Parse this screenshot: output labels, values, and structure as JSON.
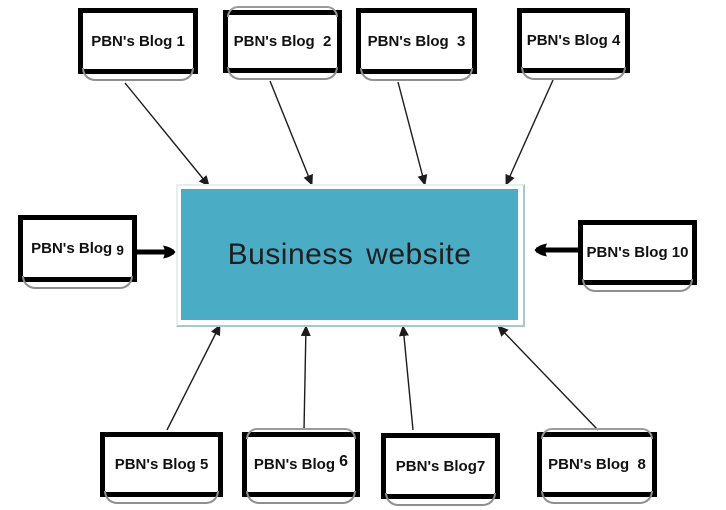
{
  "center": {
    "label": "Business website"
  },
  "blogs": [
    {
      "text": "PBN's Blog ",
      "num": "1"
    },
    {
      "text": "PBN's Blog  ",
      "num": "2"
    },
    {
      "text": "PBN's Blog  ",
      "num": "3"
    },
    {
      "text": "PBN's Blog ",
      "num": "4"
    },
    {
      "text": "PBN's Blog ",
      "num": "5"
    },
    {
      "text": "PBN's Blog ",
      "num": "6"
    },
    {
      "text": "PBN's Blog",
      "num": "7"
    },
    {
      "text": "PBN's Blog  ",
      "num": "8"
    },
    {
      "text": "PBN's Blog ",
      "num": "9"
    },
    {
      "text": "PBN's Blog ",
      "num": "10"
    }
  ],
  "edges": [
    {
      "from": "PBN's Blog 1",
      "to": "Business website"
    },
    {
      "from": "PBN's Blog 2",
      "to": "Business website"
    },
    {
      "from": "PBN's Blog 3",
      "to": "Business website"
    },
    {
      "from": "PBN's Blog 4",
      "to": "Business website"
    },
    {
      "from": "PBN's Blog 5",
      "to": "Business website"
    },
    {
      "from": "PBN's Blog 6",
      "to": "Business website"
    },
    {
      "from": "PBN's Blog 7",
      "to": "Business website"
    },
    {
      "from": "PBN's Blog 8",
      "to": "Business website"
    },
    {
      "from": "PBN's Blog 9",
      "to": "Business website"
    },
    {
      "from": "PBN's Blog 10",
      "to": "Business website"
    }
  ],
  "colors": {
    "center_fill": "#4BACC6",
    "center_shadow": "#A9C7D1",
    "box_border": "#000000",
    "arrow": "#1c1c1c",
    "shadow_arc": "#8F8F8F",
    "background": "#FFFFFF"
  }
}
